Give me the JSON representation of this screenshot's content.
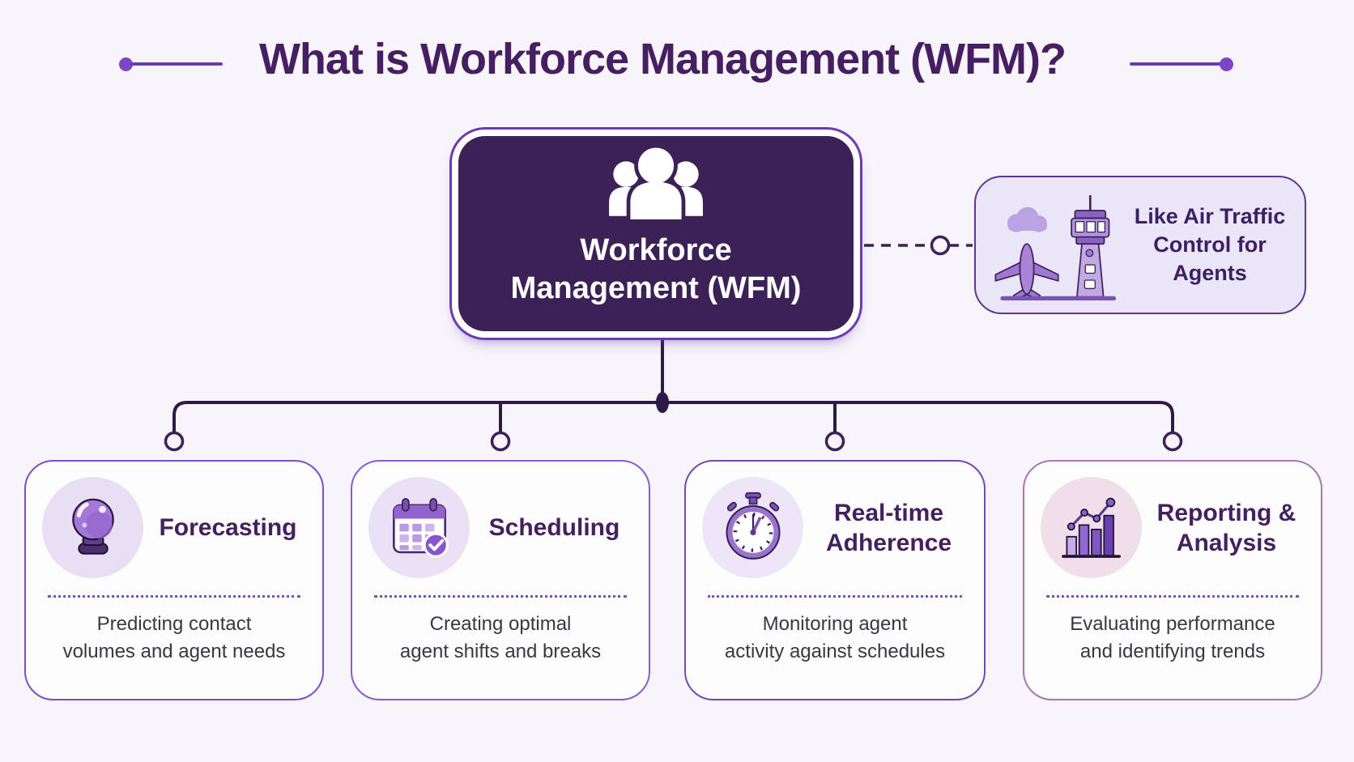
{
  "title": {
    "text": "What is Workforce Management (WFM)?"
  },
  "center_node": {
    "line1": "Workforce",
    "line2": "Management (WFM)",
    "icon": "people-group-icon"
  },
  "callout": {
    "line1": "Like Air Traffic",
    "line2": "Control for Agents",
    "icon": "air-traffic-control-icon"
  },
  "cards": [
    {
      "title": "Forecasting",
      "icon": "crystal-ball-icon",
      "desc1": "Predicting contact",
      "desc2": "volumes and agent needs"
    },
    {
      "title": "Scheduling",
      "icon": "calendar-check-icon",
      "desc1": "Creating optimal",
      "desc2": "agent shifts and breaks"
    },
    {
      "title": "Real-time Adherence",
      "icon": "stopwatch-icon",
      "desc1": "Monitoring agent",
      "desc2": "activity against schedules"
    },
    {
      "title": "Reporting & Analysis",
      "icon": "bar-chart-trend-icon",
      "desc1": "Evaluating performance",
      "desc2": "and identifying trends"
    }
  ],
  "colors": {
    "background": "#f7f5f9",
    "title_text": "#461f62",
    "center_node_fill": "#3c2157",
    "node_border": "#6b3ab5",
    "connector_dark": "#2e1a47",
    "callout_bg": "#ebe5f8",
    "callout_border": "#5a3794",
    "card_borders": [
      "#7a50c8",
      "#8a5ccd",
      "#6f4bb0",
      "#a875b5"
    ],
    "icon_circle_bgs": [
      "#e8dff5",
      "#eae1f7",
      "#ece6f7",
      "#eedfe9"
    ],
    "divider_dots": "#7156bb",
    "body_text": "#3b3741"
  }
}
